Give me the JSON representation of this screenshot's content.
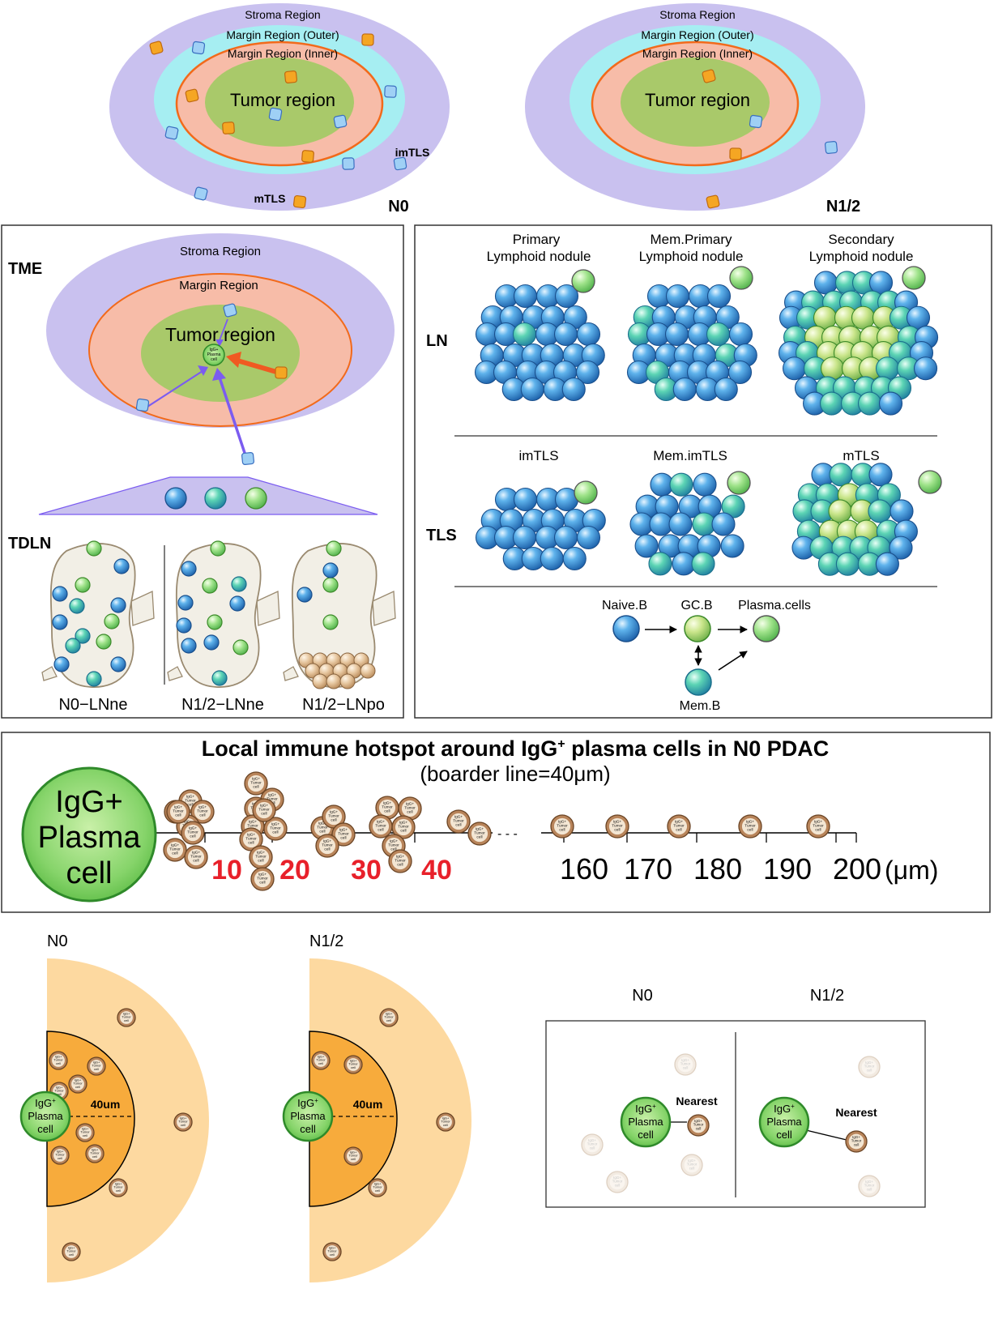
{
  "colors": {
    "stroma": "#c9c1ef",
    "margin_outer": "#a6eef2",
    "margin_inner": "#f7bca8",
    "tumor": "#a9c96a",
    "orange_line": "#f26a1b",
    "tls_orange": "#f5a623",
    "tls_blue": "#9fd0f5",
    "arrow_purple": "#7b5cf0",
    "arrow_red": "#f05a22",
    "accent_red": "#e8202a",
    "tumor_cell": "#b8845a",
    "halo_light": "#fdd9a0",
    "halo_dark": "#f7ab3c",
    "plasma_green": "#6ec54b"
  },
  "top": {
    "n0": {
      "stroma": "Stroma Region",
      "outer": "Margin Region (Outer)",
      "inner": "Margin Region (Inner)",
      "tumor": "Tumor region",
      "imtls": "imTLS",
      "mtls": "mTLS",
      "label": "N0"
    },
    "n12": {
      "stroma": "Stroma Region",
      "outer": "Margin Region (Outer)",
      "inner": "Margin Region (Inner)",
      "tumor": "Tumor region",
      "label": "N1/2"
    }
  },
  "tme": {
    "title": "TME",
    "stroma": "Stroma Region",
    "margin": "Margin Region",
    "tumor": "Tumor region",
    "center_line1": "IgG+",
    "center_line2": "Plasma",
    "center_line3": "cell",
    "tdln_title": "TDLN",
    "nodes": [
      "N0−LNne",
      "N1/2−LNne",
      "N1/2−LNpo"
    ]
  },
  "lymph": {
    "ln_label": "LN",
    "tls_label": "TLS",
    "ln_titles": [
      [
        "Primary",
        "Lymphoid nodule"
      ],
      [
        "Mem.Primary",
        "Lymphoid nodule"
      ],
      [
        "Secondary",
        "Lymphoid nodule"
      ]
    ],
    "tls_titles": [
      "imTLS",
      "Mem.imTLS",
      "mTLS"
    ],
    "naive": "Naive.B",
    "gc": "GC.B",
    "plasma": "Plasma.cells",
    "mem": "Mem.B"
  },
  "hotspot": {
    "title_main": "Local immune hotspot around IgG",
    "title_sup": "+",
    "title_tail": " plasma cells in N0 PDAC",
    "subtitle": "(boarder line=40μm)",
    "plasma_lines": [
      "IgG+",
      "Plasma",
      "cell"
    ],
    "ticks_red": [
      "10",
      "20",
      "30",
      "40"
    ],
    "ticks_black": [
      "160",
      "170",
      "180",
      "190",
      "200"
    ],
    "unit": "(μm)",
    "dots": "- - -",
    "tumor_cell_lines": [
      "IgG+",
      "Tumor",
      "cell"
    ]
  },
  "bottom": {
    "left_label": "N0",
    "mid_label": "N1/2",
    "radius_label": "40um",
    "plasma_lines": [
      "IgG",
      "Plasma",
      "cell"
    ],
    "plasma_sup": "+",
    "nn_left": "N0",
    "nn_right": "N1/2",
    "nearest": "Nearest"
  }
}
